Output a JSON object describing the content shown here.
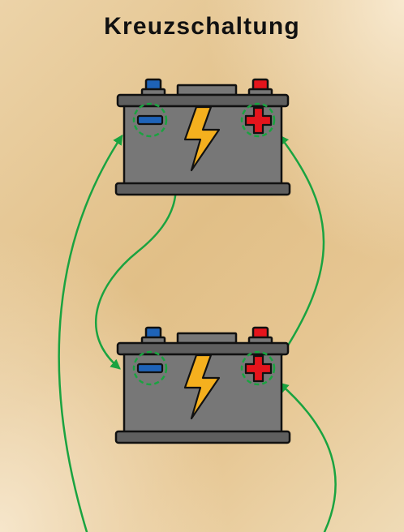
{
  "title": "Kreuzschaltung",
  "colors": {
    "wire": "#1aa340",
    "battery_body": "#767676",
    "battery_lid": "#5a5a5a",
    "terminal_negative": "#1e63b8",
    "terminal_positive": "#e5141c",
    "bolt": "#f5b01e"
  },
  "batteries": [
    {
      "name": "battery-top",
      "negative_symbol": "−",
      "positive_symbol": "+"
    },
    {
      "name": "battery-bottom",
      "negative_symbol": "−",
      "positive_symbol": "+"
    }
  ]
}
